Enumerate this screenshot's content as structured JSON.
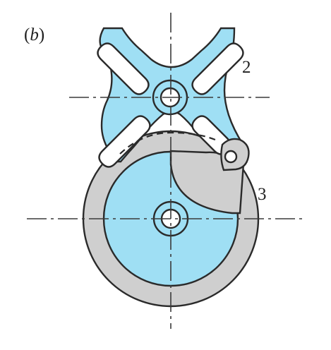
{
  "labels": {
    "panel_open": "(",
    "panel_letter": "b",
    "panel_close": ")",
    "part_2": "2",
    "part_3": "3"
  },
  "colors": {
    "blue": "#9fdff4",
    "gray": "#cfcfcf",
    "stroke": "#2a2a2a",
    "centerline": "#3a3a3a"
  }
}
